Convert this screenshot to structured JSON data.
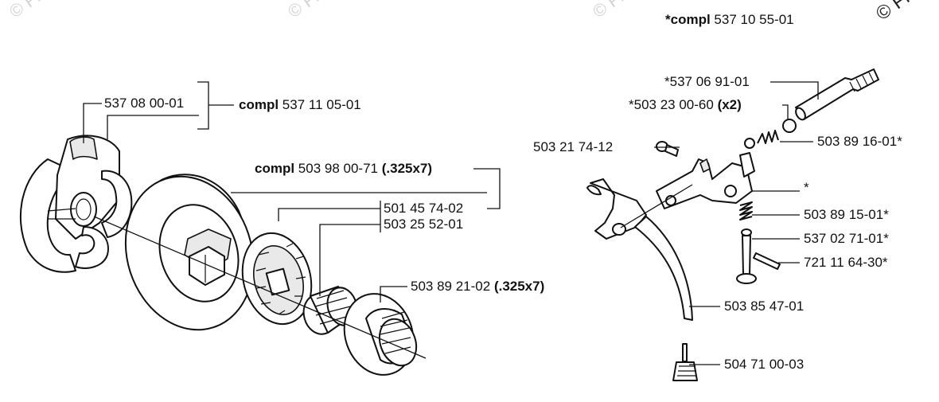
{
  "watermarks": [
    "© Fi",
    "© Fi",
    "© Fi",
    "© Fi"
  ],
  "labels": {
    "top_compl_bold": "*compl",
    "top_compl_num": "537 10 55-01",
    "l_537_08": "537 08 00-01",
    "l_compl_537_11_bold": "compl",
    "l_compl_537_11_num": "537 11 05-01",
    "l_compl_503_98_bold": "compl",
    "l_compl_503_98_num": "503 98 00-71",
    "l_compl_503_98_spec": "(.325x7)",
    "l_501_45": "501 45 74-02",
    "l_503_25": "503 25 52-01",
    "l_503_89_21": "503 89 21-02",
    "l_503_89_21_spec": "(.325x7)",
    "r_537_06": "*537 06 91-01",
    "r_503_23": "*503 23 00-60",
    "r_503_23_qty": "(x2)",
    "r_503_21": "503 21 74-12",
    "r_503_89_16": "503 89 16-01*",
    "r_star": "*",
    "r_503_89_15": "503 89 15-01*",
    "r_537_02": "537 02 71-01*",
    "r_721_11": "721 11 64-30*",
    "r_503_85": "503 85 47-01",
    "r_504_71": "504 71 00-03"
  }
}
